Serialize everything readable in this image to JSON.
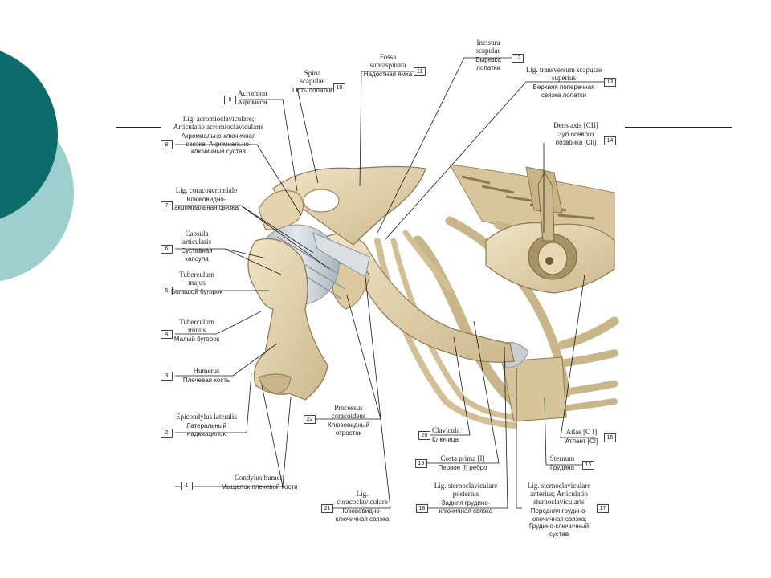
{
  "theme": {
    "circle_dark": "#0e6b6b",
    "circle_light": "#9ecfcf",
    "bone": "#e6d7b4",
    "bone_shade": "#b9a57b",
    "ligament": "#c9d0d6",
    "leader": "#1a1a1a"
  },
  "labels": [
    {
      "id": "1",
      "latin": "Condylus humeri",
      "russian": "Мыщелок плечевой кости"
    },
    {
      "id": "2",
      "latin": "Epicondylus lateralis",
      "russian": "Латеральный надмыщелок"
    },
    {
      "id": "3",
      "latin": "Humerus",
      "russian": "Плечевая кость"
    },
    {
      "id": "4",
      "latin": "Tuberculum minus",
      "russian": "Малый бугорок"
    },
    {
      "id": "5",
      "latin": "Tuberculum majus",
      "russian": "Большой бугорок"
    },
    {
      "id": "6",
      "latin": "Capsula articularis",
      "russian": "Суставная капсула"
    },
    {
      "id": "7",
      "latin": "Lig. coracoacromiale",
      "russian": "Клювовидно-акромиальная связка"
    },
    {
      "id": "8",
      "latin": "Lig. acromioclaviculare; Articulatio acromioclavicularis",
      "russian": "Акромиально-ключичная связка; Акромиально-ключичный сустав"
    },
    {
      "id": "9",
      "latin": "Acromion",
      "russian": "Акромион"
    },
    {
      "id": "10",
      "latin": "Spina scapulae",
      "russian": "Ость лопатки"
    },
    {
      "id": "11",
      "latin": "Fossa supraspinata",
      "russian": "Надостная ямка"
    },
    {
      "id": "12",
      "latin": "Incisura scapulae",
      "russian": "Вырезка лопатки"
    },
    {
      "id": "13",
      "latin": "Lig. transversum scapulae superius",
      "russian": "Верхняя поперечная связка лопатки"
    },
    {
      "id": "14",
      "latin": "Dens axis [CII]",
      "russian": "Зуб осевого позвонка [CII]"
    },
    {
      "id": "15",
      "latin": "Atlas [C I]",
      "russian": "Атлант [CI]"
    },
    {
      "id": "16",
      "latin": "Sternum",
      "russian": "Грудина"
    },
    {
      "id": "17",
      "latin": "Lig. sternoclaviculare anterius; Articulatio sternoclavicularis",
      "russian": "Передняя грудино-ключичная связка; Грудино-ключичный сустав"
    },
    {
      "id": "18",
      "latin": "Lig. sternoclaviculare posterius",
      "russian": "Задняя грудино-ключичная связка"
    },
    {
      "id": "19",
      "latin": "Costa prima [I]",
      "russian": "Первое [I] ребро"
    },
    {
      "id": "20",
      "latin": "Clavicula",
      "russian": "Ключица"
    },
    {
      "id": "21",
      "latin": "Lig. coracoclaviculare",
      "russian": "Клювовидно-ключичная связка"
    },
    {
      "id": "22",
      "latin": "Processus coracoideus",
      "russian": "Клювовидный отросток"
    }
  ]
}
